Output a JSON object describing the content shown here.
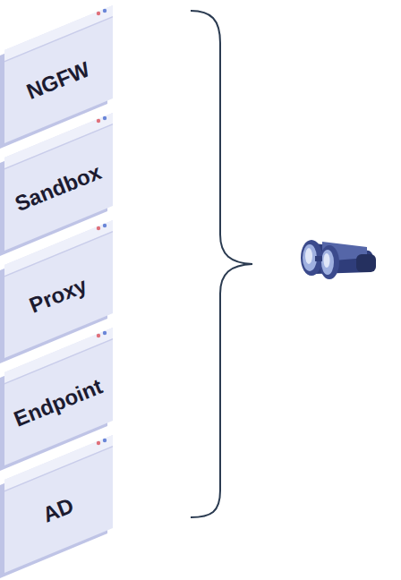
{
  "diagram": {
    "nodes": [
      {
        "text": [
          "NGFW"
        ]
      },
      {
        "text": [
          "Sandbox"
        ]
      },
      {
        "text": [
          "Proxy"
        ]
      },
      {
        "text": [
          "Endpoint"
        ]
      },
      {
        "text": [
          "AD"
        ]
      }
    ]
  }
}
